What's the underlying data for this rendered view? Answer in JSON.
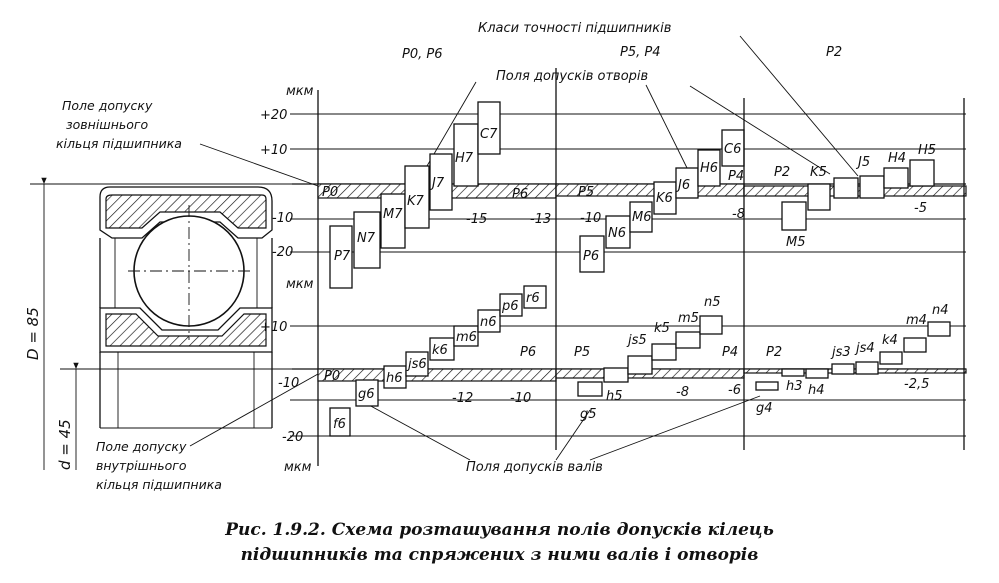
{
  "header": {
    "classes_title": "Класи точності підшипників",
    "class_p0p6": "P0, P6",
    "class_p5p4": "P5, P4",
    "class_p2": "P2",
    "holes_fields_title": "Поля допусків отворів",
    "shafts_fields_title": "Поля допусків валів"
  },
  "annotations": {
    "outer_ring_1": "Поле допуску",
    "outer_ring_2": "зовнішнього",
    "outer_ring_3": "кільця підшипника",
    "inner_ring_1": "Поле допуску",
    "inner_ring_2": "внутрішнього",
    "inner_ring_3": "кільця підшипника"
  },
  "dimensions": {
    "outer_diameter": "D = 85",
    "inner_diameter": "d = 45"
  },
  "top_axis": {
    "unit": "мкм",
    "ticks": [
      "+20",
      "+10",
      "-10",
      "-20"
    ]
  },
  "bottom_axis": {
    "unit_top": "мкм",
    "unit_bottom": "мкм",
    "ticks": [
      "+10",
      "-10",
      "-20"
    ]
  },
  "top_fields": [
    "P7",
    "N7",
    "M7",
    "K7",
    "J7",
    "H7",
    "C7",
    "P6",
    "N6",
    "M6",
    "K6",
    "J6",
    "H6",
    "C6",
    "P2",
    "M5",
    "K5",
    "J5",
    "H4",
    "H5"
  ],
  "top_bearing_labels": [
    "P0",
    "P6",
    "P5",
    "P4"
  ],
  "top_deviations": [
    "-15",
    "-13",
    "-10",
    "-8",
    "-5"
  ],
  "bottom_fields": [
    "f6",
    "g6",
    "h6",
    "js6",
    "k6",
    "m6",
    "n6",
    "p6",
    "r6",
    "g5",
    "h5",
    "js5",
    "k5",
    "m5",
    "n5",
    "g4",
    "h3",
    "h4",
    "js3",
    "js4",
    "k4",
    "m4",
    "n4"
  ],
  "bottom_bearing_labels": [
    "P0",
    "P6",
    "P5",
    "P4",
    "P2"
  ],
  "bottom_deviations": [
    "-12",
    "-10",
    "-8",
    "-6",
    "-2,5"
  ],
  "caption": {
    "line1": "Рис. 1.9.2. Схема розташування полів допусків кілець",
    "line2": "підшипників та спряжених з ними валів і отворів"
  }
}
